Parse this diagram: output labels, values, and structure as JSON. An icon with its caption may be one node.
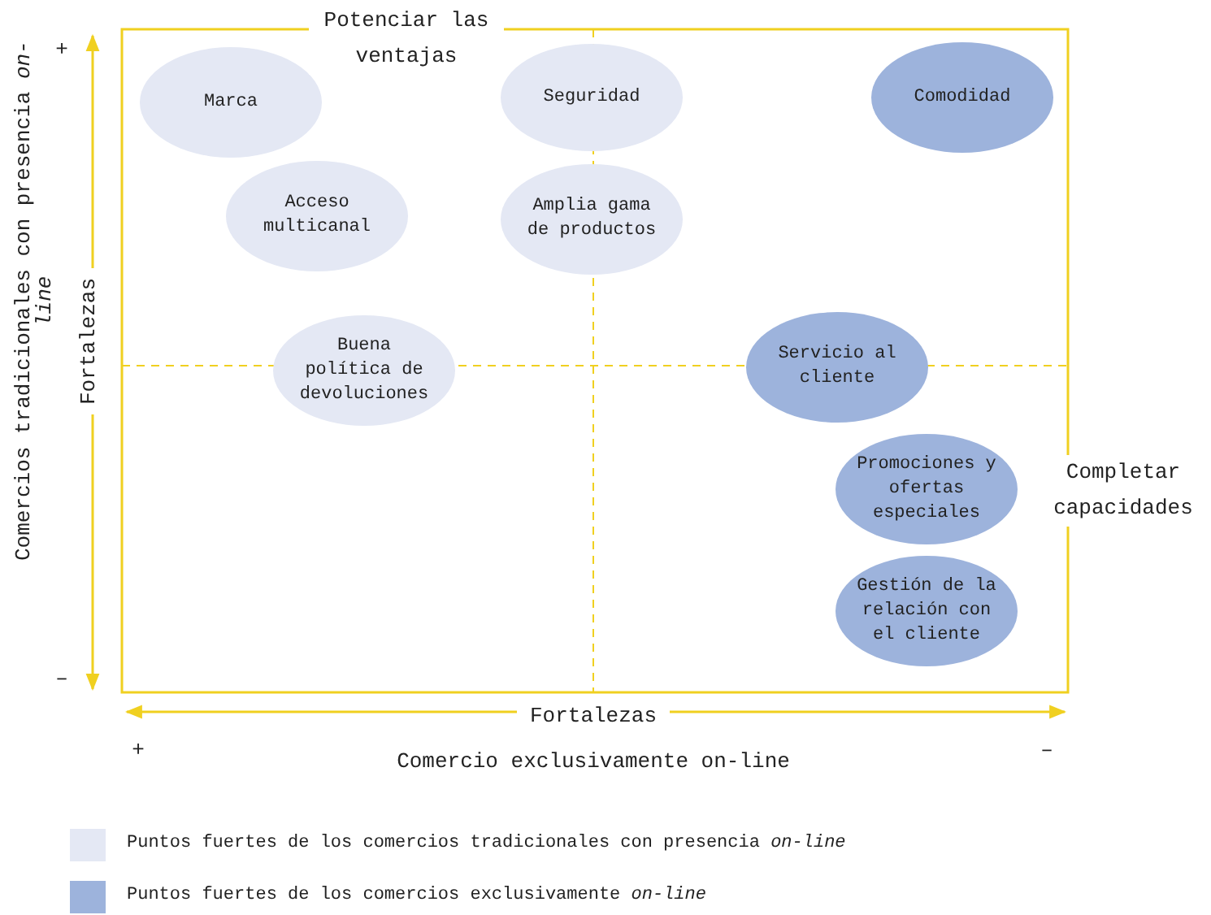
{
  "diagram": {
    "nodes": [
      {
        "text": [
          "Marca"
        ]
      },
      {
        "text": [
          "Seguridad"
        ]
      },
      {
        "text": [
          "Comodidad"
        ]
      },
      {
        "text": [
          "Acceso multicanal"
        ]
      },
      {
        "text": [
          "Amplia gama de productos"
        ]
      },
      {
        "text": [
          "Buena política de devoluciones"
        ]
      },
      {
        "text": [
          "Servicio al cliente"
        ]
      },
      {
        "text": [
          "Promociones y ofertas especiales"
        ]
      },
      {
        "text": [
          "Gestión de la relación con el cliente"
        ]
      }
    ],
    "edges": [],
    "labels": [
      "Potenciar las ventajas",
      "+",
      "Comercios tradicionales con presencia *on-line*",
      "Fortalezas",
      "–",
      "Completar capacidades",
      "Fortalezas",
      "+",
      "–",
      "Comercio exclusivamente on-line"
    ],
    "legend": [
      {
        "text": "Puntos fuertes de los comercios tradicionales con presencia *on-line*",
        "color": "#e4e8f4"
      },
      {
        "text": "Puntos fuertes de los comercios exclusivamente *on-line*",
        "color": "#9db3dc"
      }
    ]
  }
}
